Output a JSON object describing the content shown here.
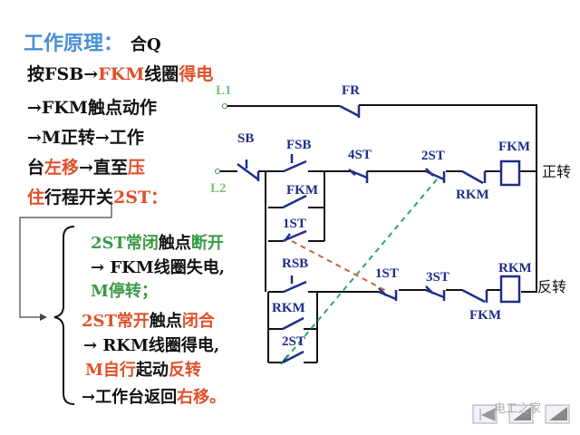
{
  "title": {
    "label": "工作原理：",
    "suffix": "合Q"
  },
  "left_text": {
    "l1": [
      "按FSB→",
      "FKM",
      "线圈",
      "得电"
    ],
    "l2": "→FKM触点动作",
    "l3": "→M正转→工作",
    "l4": [
      "台",
      "左移",
      "→直至",
      "压"
    ],
    "l5": [
      "住",
      "行程开关",
      "2ST："
    ]
  },
  "result_text": {
    "a1": [
      "2ST常闭",
      "触点",
      "断开"
    ],
    "a2": "→ FKM线圈失电,",
    "a3": "M停转；",
    "b1": [
      "2ST常开",
      "触点",
      "闭合"
    ],
    "b2": "→ RKM线圈得电,",
    "b3": [
      "M自行",
      "起动",
      "反转"
    ],
    "b4": [
      "→工作台返回",
      "右移。"
    ]
  },
  "circuit": {
    "L1": "L1",
    "L2": "L2",
    "FR": "FR",
    "SB": "SB",
    "FSB": "FSB",
    "FKM_hold": "FKM",
    "ST1_hold": "1ST",
    "ST4": "4ST",
    "ST2_nc": "2ST",
    "RKM_interlock": "RKM",
    "FKM_coil": "FKM",
    "forward": "正转",
    "RSB": "RSB",
    "RKM_hold": "RKM",
    "ST2_no": "2ST",
    "ST1_nc": "1ST",
    "ST3": "3ST",
    "FKM_interlock": "FKM",
    "RKM_coil": "RKM",
    "reverse": "反转"
  },
  "watermark": "电工之家",
  "colors": {
    "wire": "#111111",
    "component": "#1e2e8c",
    "dash_green": "#2aa86a",
    "dash_orange": "#d0603a"
  }
}
